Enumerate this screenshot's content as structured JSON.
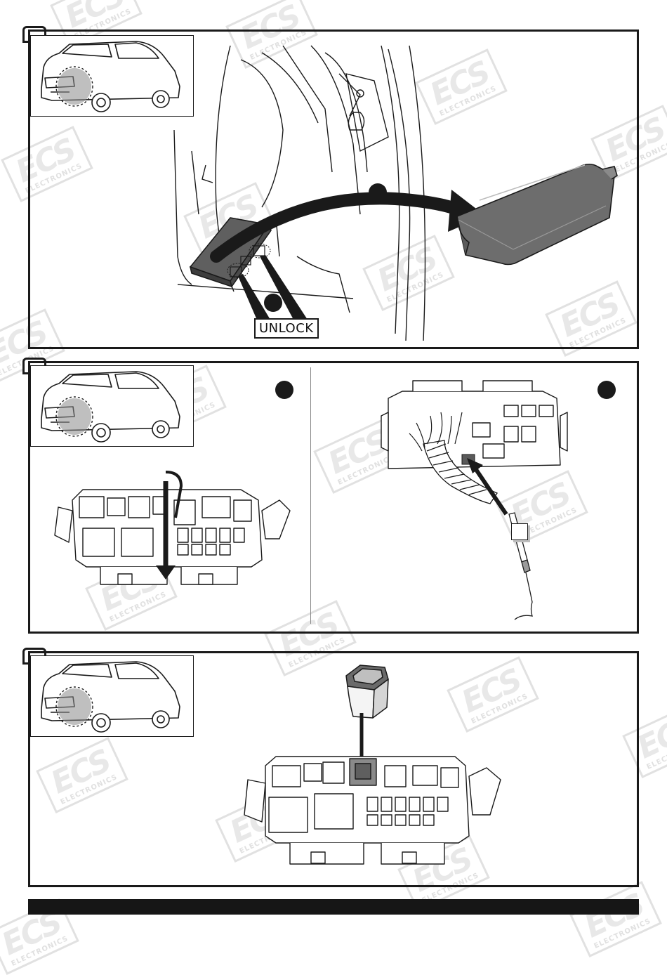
{
  "watermark": {
    "brand": "ECS",
    "sub": "ELECTRONICS"
  },
  "panel1": {
    "unlock_label": "UNLOCK"
  }
}
